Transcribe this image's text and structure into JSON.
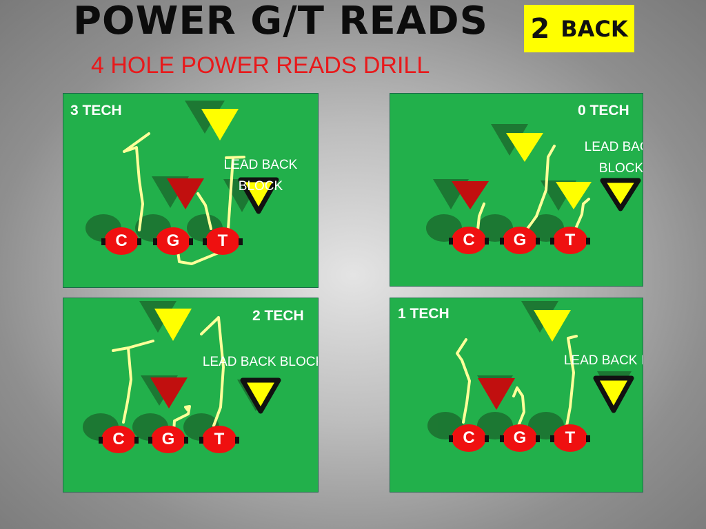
{
  "header": {
    "title": "POWER G/T READS",
    "badge_number": "2",
    "badge_word": "BACK",
    "subtitle": "4 HOLE POWER READS DRILL"
  },
  "colors": {
    "field": "#22b04b",
    "lineman": "#ef1010",
    "defender_yellow": "#ffff00",
    "defender_red": "#c10f0f",
    "read_line": "#ffff9a",
    "subtitle": "#e8191b"
  },
  "panels": [
    {
      "title": "3 TECH",
      "lead_text": [
        "LEAD BACK",
        "BLOCK"
      ],
      "linemen": [
        "C",
        "G",
        "T"
      ]
    },
    {
      "title": "0 TECH",
      "lead_text": [
        "LEAD BACK",
        "BLOCK"
      ],
      "linemen": [
        "C",
        "G",
        "T"
      ]
    },
    {
      "title": "2 TECH",
      "lead_text": [
        "LEAD BACK BLOCK"
      ],
      "linemen": [
        "C",
        "G",
        "T"
      ]
    },
    {
      "title": "1 TECH",
      "lead_text": [
        "LEAD BACK BLOCK"
      ],
      "linemen": [
        "C",
        "G",
        "T"
      ]
    }
  ]
}
